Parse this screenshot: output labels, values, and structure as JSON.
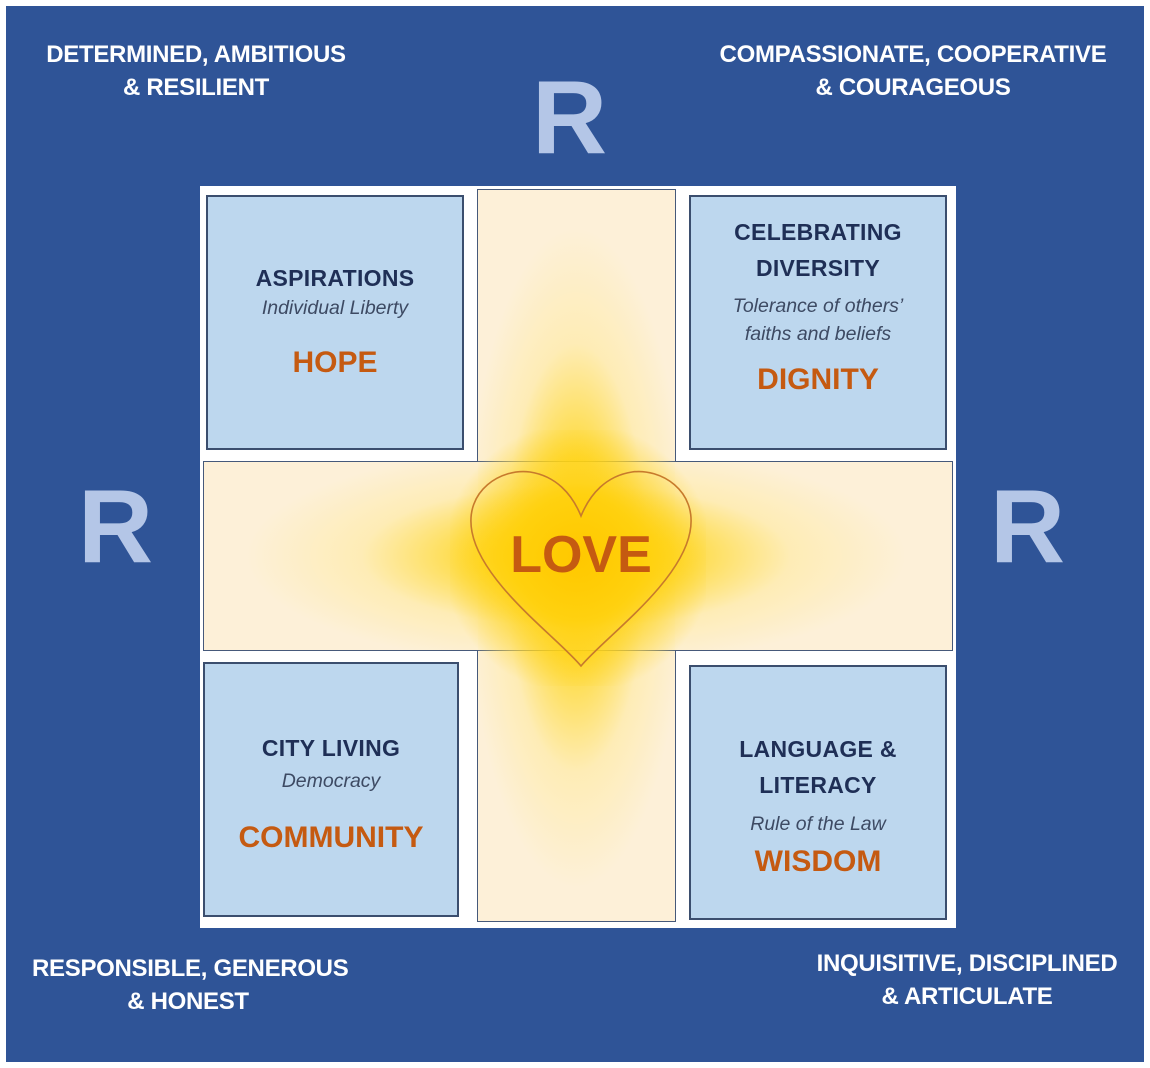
{
  "corners": {
    "top_left": [
      "DETERMINED, AMBITIOUS",
      "& RESILIENT"
    ],
    "top_right": [
      "COMPASSIONATE, COOPERATIVE",
      "& COURAGEOUS"
    ],
    "bottom_left": [
      "RESPONSIBLE, GENEROUS",
      "& HONEST"
    ],
    "bottom_right": [
      "INQUISITIVE, DISCIPLINED",
      "& ARTICULATE"
    ]
  },
  "letters": {
    "top": "R",
    "left": "R",
    "right": "R"
  },
  "center": {
    "label": "LOVE"
  },
  "boxes": {
    "top_left": {
      "title": [
        "ASPIRATIONS"
      ],
      "sub": [
        "Individual Liberty"
      ],
      "value": "HOPE"
    },
    "top_right": {
      "title": [
        "CELEBRATING",
        "DIVERSITY"
      ],
      "sub": [
        "Tolerance of others’",
        "faiths and beliefs"
      ],
      "value": "DIGNITY"
    },
    "bottom_left": {
      "title": [
        "CITY LIVING"
      ],
      "sub": [
        "Democracy"
      ],
      "value": "COMMUNITY"
    },
    "bottom_right": {
      "title": [
        "LANGUAGE &",
        "LITERACY"
      ],
      "sub": [
        "Rule of the Law"
      ],
      "value": "WISDOM"
    }
  },
  "colors": {
    "background": "#2f5497",
    "letter": "#b4c6e7",
    "box_fill": "#bdd7ee",
    "cross_fill": "#fdf0d8",
    "glow": "#ffcd00",
    "accent": "#c55a11",
    "title_text": "#1f2f56"
  }
}
